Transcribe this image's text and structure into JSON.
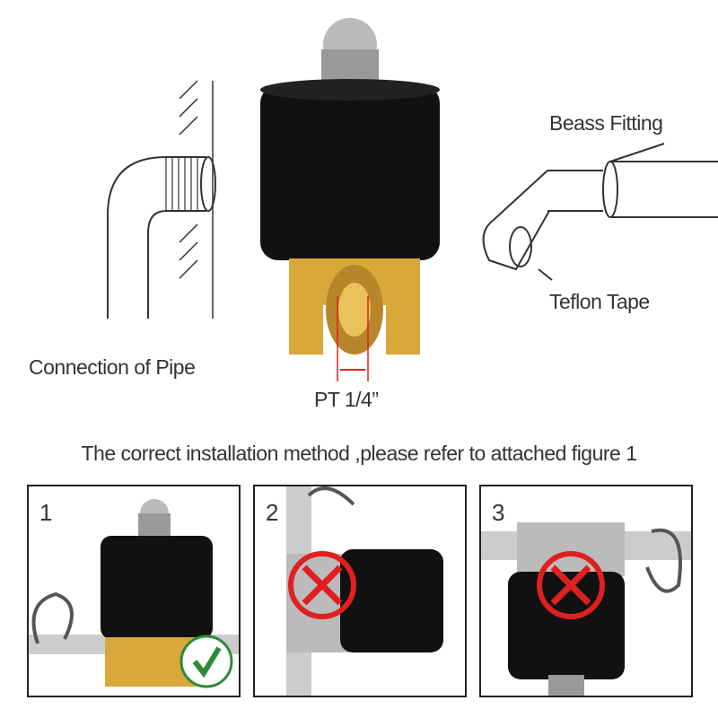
{
  "labels": {
    "connection": "Connection of Pipe",
    "port_size": "PT 1/4”",
    "fitting": "Beass Fitting",
    "tape": "Teflon Tape",
    "instruction": "The correct installation method ,please refer to attached figure 1"
  },
  "panels": [
    {
      "number": "1",
      "status": "correct",
      "icon": "check-icon"
    },
    {
      "number": "2",
      "status": "wrong",
      "icon": "cross-icon"
    },
    {
      "number": "3",
      "status": "wrong",
      "icon": "cross-icon"
    }
  ],
  "colors": {
    "brass": "#d9a83a",
    "body": "#111111",
    "correct": "#2e8b3a",
    "wrong": "#e02020"
  }
}
